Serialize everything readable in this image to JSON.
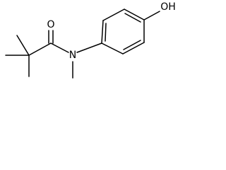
{
  "molecule": {
    "atoms": {
      "oxygen_carbonyl": "O",
      "nitrogen": "N",
      "hydroxyl": "OH"
    }
  }
}
